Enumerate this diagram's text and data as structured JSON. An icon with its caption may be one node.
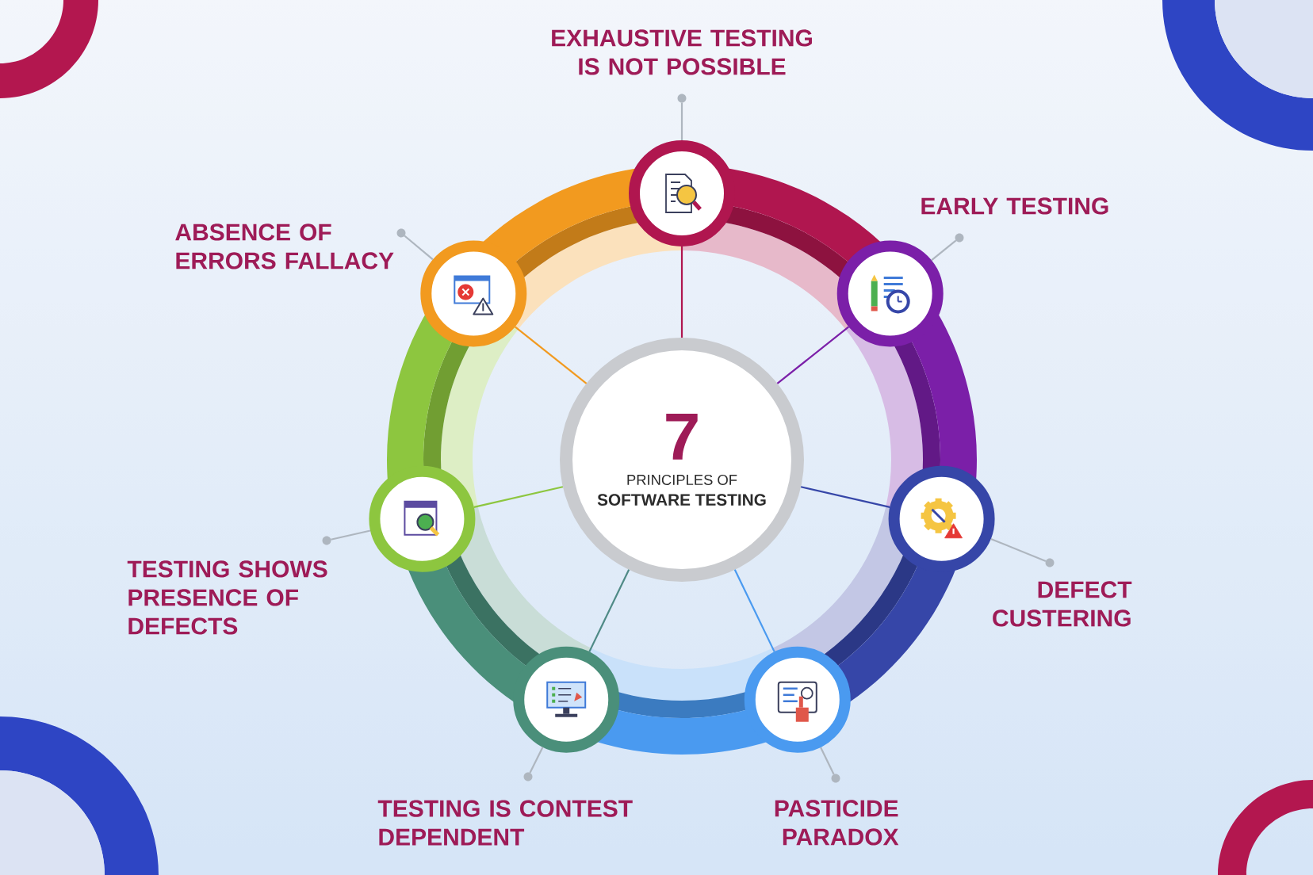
{
  "diagram": {
    "nodes": [
      {
        "text": [
          "7",
          "PRINCIPLES OF",
          "SOFTWARE TESTING"
        ]
      },
      {
        "text": [],
        "shape": "circle"
      },
      {
        "text": [],
        "shape": "circle",
        "beside": [
          "EXHAUSTIVE TESTING IS NOT POSSIBLE"
        ]
      },
      {
        "text": [],
        "shape": "circle"
      },
      {
        "text": [],
        "shape": "circle",
        "beside": [
          "EARLY TESTING"
        ]
      },
      {
        "text": [],
        "shape": "circle"
      },
      {
        "text": [],
        "shape": "circle",
        "beside": [
          "DEFECT CUSTERING"
        ]
      },
      {
        "text": [],
        "shape": "circle"
      },
      {
        "text": [],
        "shape": "circle",
        "beside": [
          "PASTICIDE PARADOX"
        ]
      },
      {
        "text": [],
        "shape": "circle"
      },
      {
        "text": [],
        "shape": "circle",
        "beside": [
          "TESTING IS CONTEST DEPENDENT"
        ]
      },
      {
        "text": [],
        "shape": "circle"
      },
      {
        "text": [],
        "shape": "circle",
        "beside": [
          "TESTING SHOWS PRESENCE OF DEFECTS"
        ]
      },
      {
        "text": [],
        "shape": "circle"
      },
      {
        "text": [],
        "shape": "circle",
        "beside": [
          "ABSENCE OF ERRORS FALLACY"
        ]
      }
    ],
    "edges": [
      {
        "from": 0,
        "to": 1,
        "arrow": "none",
        "color": "#b0164f"
      },
      {
        "from": 0,
        "to": 3,
        "arrow": "none",
        "color": "#7b1fa8"
      },
      {
        "from": 0,
        "to": 5,
        "arrow": "none",
        "color": "#3646a8"
      },
      {
        "from": 0,
        "to": 7,
        "arrow": "none",
        "color": "#4a9af0"
      },
      {
        "from": 0,
        "to": 9,
        "arrow": "none",
        "color": "#4f8a86"
      },
      {
        "from": 0,
        "to": 11,
        "arrow": "none",
        "color": "#8dc63f"
      },
      {
        "from": 0,
        "to": 13,
        "arrow": "none",
        "color": "#f29a1f"
      },
      {
        "from": 1,
        "to": 2,
        "arrow": "none",
        "color": "#aeb6bf"
      },
      {
        "from": 3,
        "to": 4,
        "arrow": "none",
        "color": "#aeb6bf"
      },
      {
        "from": 5,
        "to": 6,
        "arrow": "none",
        "color": "#aeb6bf"
      },
      {
        "from": 7,
        "to": 8,
        "arrow": "none",
        "color": "#aeb6bf"
      },
      {
        "from": 9,
        "to": 10,
        "arrow": "none",
        "color": "#aeb6bf"
      },
      {
        "from": 11,
        "to": 12,
        "arrow": "none",
        "color": "#aeb6bf"
      },
      {
        "from": 13,
        "to": 14,
        "arrow": "none",
        "color": "#aeb6bf"
      }
    ]
  }
}
